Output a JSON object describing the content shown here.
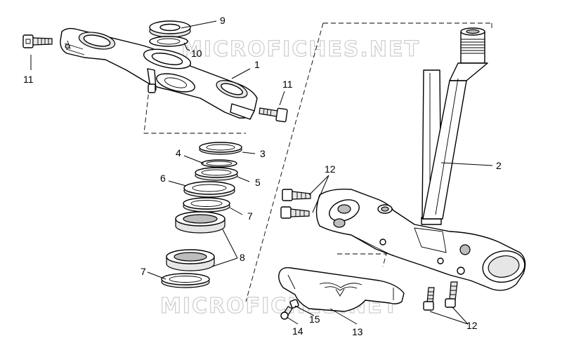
{
  "watermark": "MICROFICHES.NET",
  "callouts": {
    "c1": "1",
    "c2": "2",
    "c3": "3",
    "c4": "4",
    "c5": "5",
    "c6": "6",
    "c7a": "7",
    "c7b": "7",
    "c8": "8",
    "c9": "9",
    "c10": "10",
    "c11a": "11",
    "c11b": "11",
    "c12a": "12",
    "c12b": "12",
    "c13": "13",
    "c14": "14",
    "c15": "15"
  }
}
